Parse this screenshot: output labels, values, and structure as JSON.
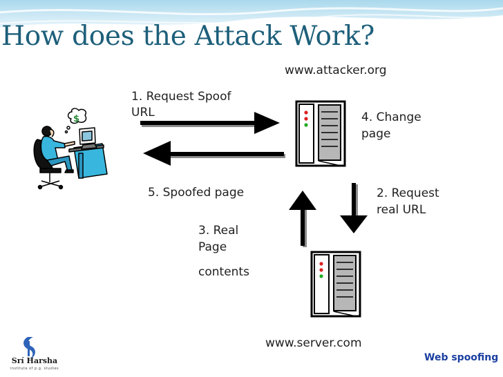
{
  "slide": {
    "title": "How does the Attack Work?",
    "footer": "Web spoofing"
  },
  "diagram": {
    "attacker_host": "www.attacker.org",
    "server_host": "www.server.com",
    "step1_line1": "1. Request Spoof",
    "step1_line2": "URL",
    "step4_line1": "4. Change",
    "step4_line2": "page",
    "step2_line1": "2. Request",
    "step2_line2": "real URL",
    "step5": "5. Spoofed page",
    "step3_line1": "3. Real",
    "step3_line2": "Page",
    "step3_line3": "contents",
    "dollar_sign": "$"
  },
  "logo": {
    "name": "Srí Harsha",
    "subtitle": "institute of p.g. studies"
  },
  "colors": {
    "title": "#1d5f7a",
    "footer": "#1a3fa0",
    "banner": "#bfe3f2"
  }
}
